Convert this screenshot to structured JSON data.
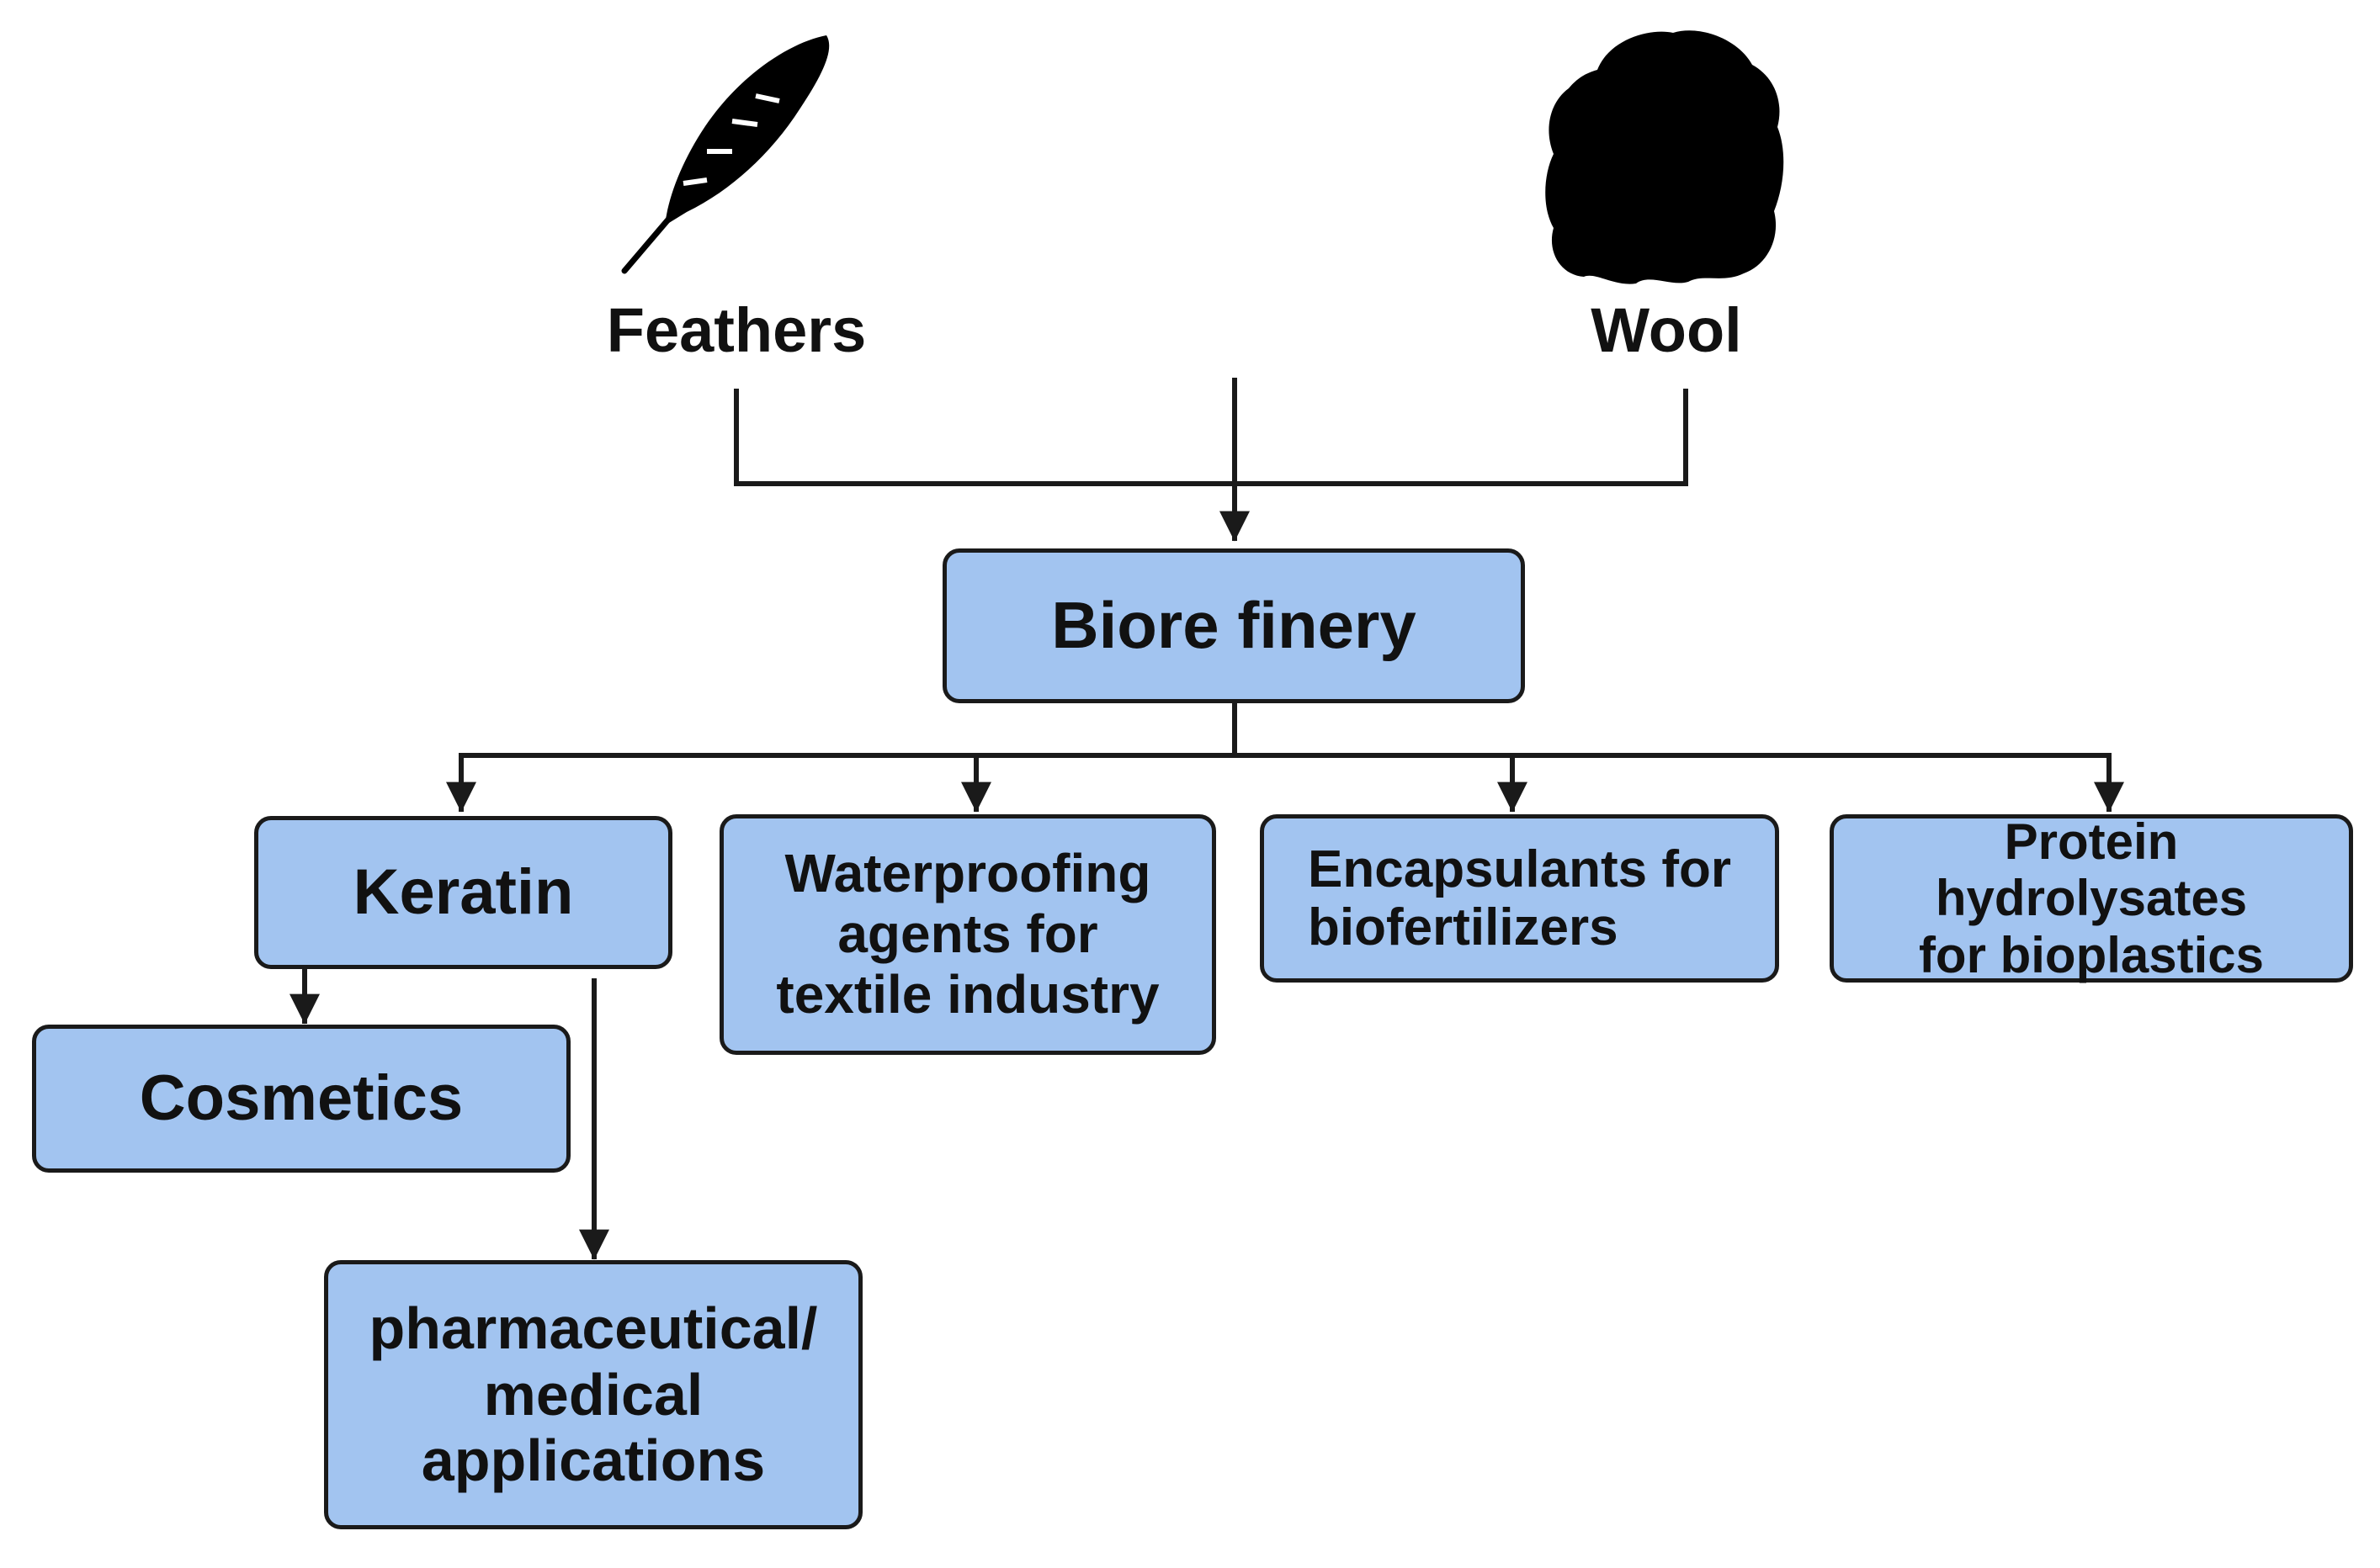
{
  "sources": {
    "feathers": {
      "label": "Feathers",
      "icon": "feather-icon"
    },
    "wool": {
      "label": "Wool",
      "icon": "wool-icon"
    }
  },
  "center": {
    "label": "Biore finery"
  },
  "products": {
    "keratin": "Keratin",
    "waterproofing": "Waterproofing\nagents for\ntextile industry",
    "encapsulants": "Encapsulants for\nbiofertilizers",
    "protein": "Protein hydrolysates\nfor bioplastics"
  },
  "keratin_uses": {
    "cosmetics": "Cosmetics",
    "pharma": "pharmaceutical/\nmedical\napplications"
  },
  "colors": {
    "box_fill": "#a2c4f0",
    "stroke": "#1a1a1a"
  }
}
